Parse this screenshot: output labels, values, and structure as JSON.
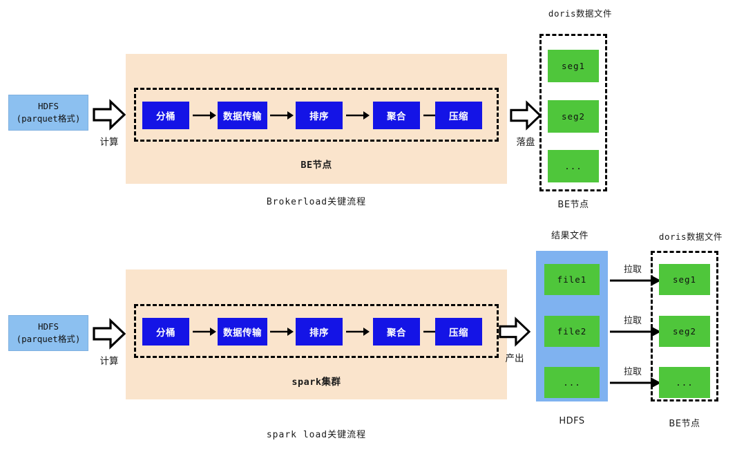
{
  "diagram": {
    "rows": [
      {
        "id": "brokerload",
        "source": {
          "line1": "HDFS",
          "line2": "(parquet格式)"
        },
        "arrow_label": "计算",
        "cluster_name": "BE节点",
        "steps": [
          "分桶",
          "数据传输",
          "排序",
          "聚合",
          "压缩"
        ],
        "output_arrow_label": "落盘",
        "target": {
          "title": "doris数据文件",
          "items": [
            "seg1",
            "seg2",
            "..."
          ],
          "footer": "BE节点"
        },
        "caption": "Brokerload关键流程"
      },
      {
        "id": "sparkload",
        "source": {
          "line1": "HDFS",
          "line2": "(parquet格式)"
        },
        "arrow_label": "计算",
        "cluster_name": "spark集群",
        "steps": [
          "分桶",
          "数据传输",
          "排序",
          "聚合",
          "压缩"
        ],
        "output_arrow_label": "产出",
        "intermediate": {
          "title": "结果文件",
          "items": [
            "file1",
            "file2",
            "..."
          ],
          "footer": "HDFS"
        },
        "transfer_labels": [
          "拉取",
          "拉取",
          "拉取"
        ],
        "target": {
          "title": "doris数据文件",
          "items": [
            "seg1",
            "seg2",
            "..."
          ],
          "footer": "BE节点"
        },
        "caption": "spark load关键流程"
      }
    ],
    "colors": {
      "source_blue": "#8CC0F0",
      "step_blue": "#1414E6",
      "cluster_beige": "#FAE4CC",
      "segment_green": "#4FC63B",
      "container_blue": "#7FB2F0",
      "outline_black": "#000000",
      "background": "#ffffff"
    }
  }
}
